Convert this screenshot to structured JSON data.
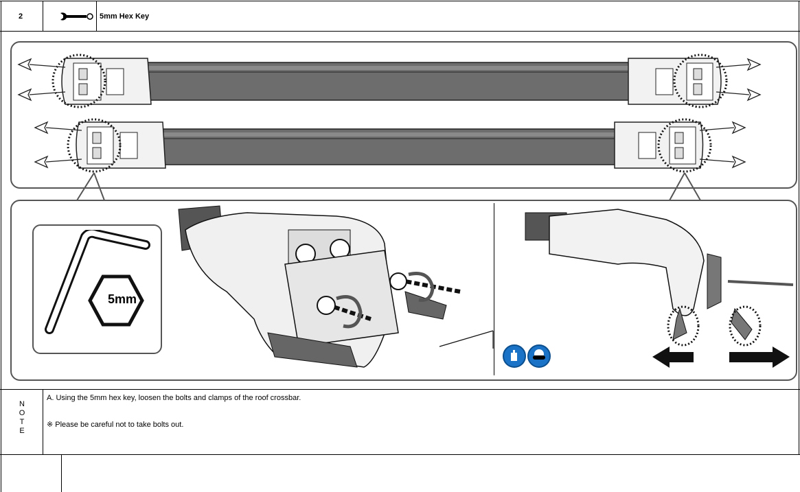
{
  "header": {
    "step_number": "2",
    "tool_name": "5mm Hex Key"
  },
  "detail": {
    "hex_size_label": "5mm",
    "safety_icons": [
      "gloves-icon",
      "goggles-icon"
    ]
  },
  "note": {
    "label_letters": [
      "N",
      "O",
      "T",
      "E"
    ],
    "lines": [
      "A. Using the 5mm hex key, loosen the bolts and clamps of the roof crossbar.",
      "※ Please be careful not to take bolts out."
    ]
  }
}
